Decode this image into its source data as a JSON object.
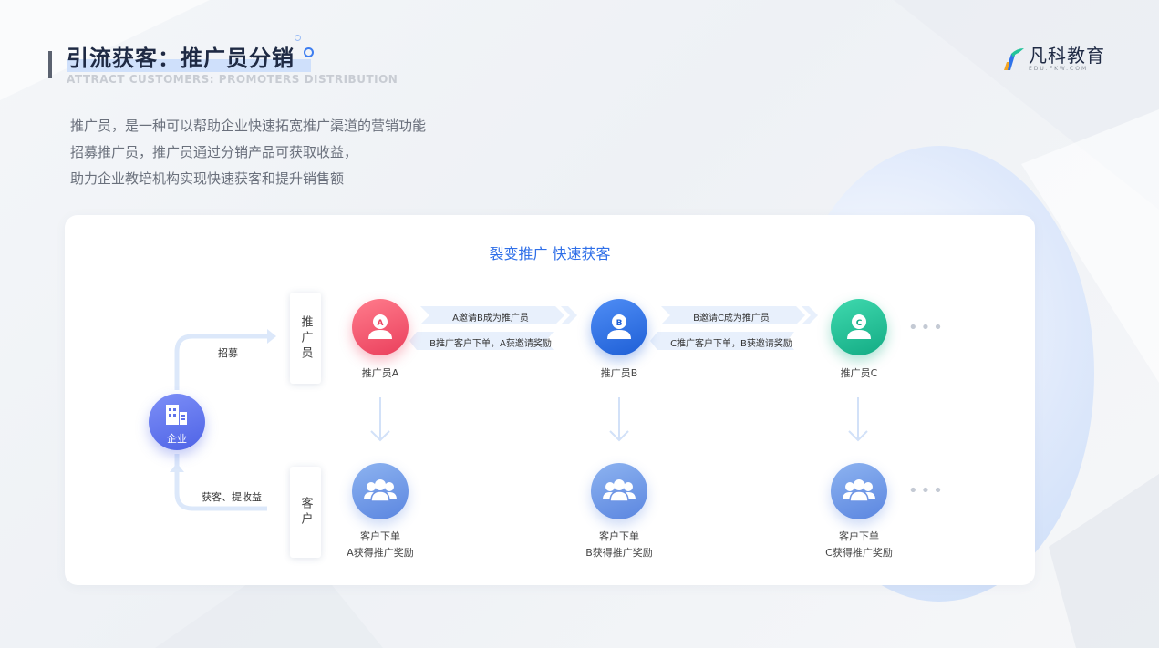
{
  "header": {
    "title": "引流获客：推广员分销",
    "subtitle": "ATTRACT CUSTOMERS: PROMOTERS DISTRIBUTION"
  },
  "logo": {
    "main": "凡科教育",
    "sub": "EDU.FKW.COM"
  },
  "description": [
    "推广员，是一种可以帮助企业快速拓宽推广渠道的营销功能",
    "招募推广员，推广员通过分销产品可获取收益，",
    "助力企业教培机构实现快速获客和提升销售额"
  ],
  "diagram": {
    "title": "裂变推广  快速获客",
    "enterprise": "企业",
    "recruit_label": "招募",
    "gain_label": "获客、提收益",
    "row_promoter": "推广员",
    "row_customer": "客户",
    "promoters": [
      {
        "letter": "A",
        "label": "推广员A",
        "color": "#f0596f"
      },
      {
        "letter": "B",
        "label": "推广员B",
        "color": "#2f73ea"
      },
      {
        "letter": "C",
        "label": "推广员C",
        "color": "#22c39a"
      }
    ],
    "links": [
      {
        "top": "A邀请B成为推广员",
        "bottom": "B推广客户下单，A获邀请奖励"
      },
      {
        "top": "B邀请C成为推广员",
        "bottom": "C推广客户下单，B获邀请奖励"
      }
    ],
    "customers": [
      {
        "line1": "客户下单",
        "line2": "A获得推广奖励"
      },
      {
        "line1": "客户下单",
        "line2": "B获得推广奖励"
      },
      {
        "line1": "客户下单",
        "line2": "C获得推广奖励"
      }
    ],
    "ellipsis": "•••"
  }
}
